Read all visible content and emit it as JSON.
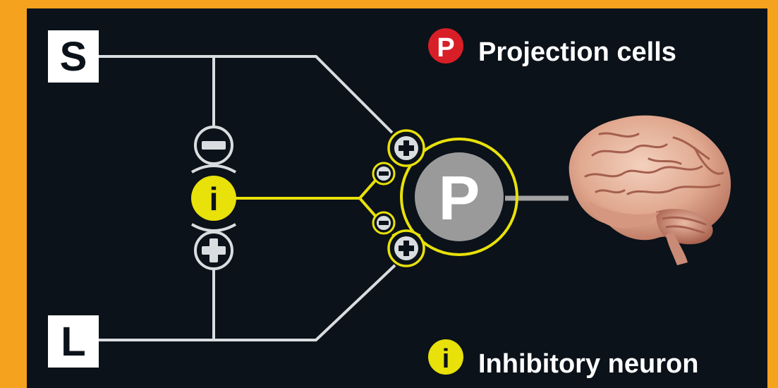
{
  "inputs": {
    "top": "S",
    "bottom": "L"
  },
  "synapses": {
    "inhibitory_on_i": "−",
    "excitatory_on_i": "+",
    "upper_excitatory": "+",
    "upper_inhibitory": "−",
    "lower_inhibitory": "−",
    "lower_excitatory": "+"
  },
  "neurons": {
    "inhibitory_symbol": "i",
    "projection_symbol": "P"
  },
  "legend": {
    "projection_symbol": "P",
    "projection_label": "Projection cells",
    "inhibitory_symbol": "i",
    "inhibitory_label": "Inhibitory neuron"
  },
  "colors": {
    "frame": "#f5a21e",
    "background": "#0b1219",
    "wire": "#d9dde0",
    "inhibitory": "#e8e10a",
    "projection_fill": "#9a9a9a",
    "legend_red": "#d81e27",
    "brain": "#e7b79f"
  },
  "icons": {
    "brain": "brain-icon"
  }
}
